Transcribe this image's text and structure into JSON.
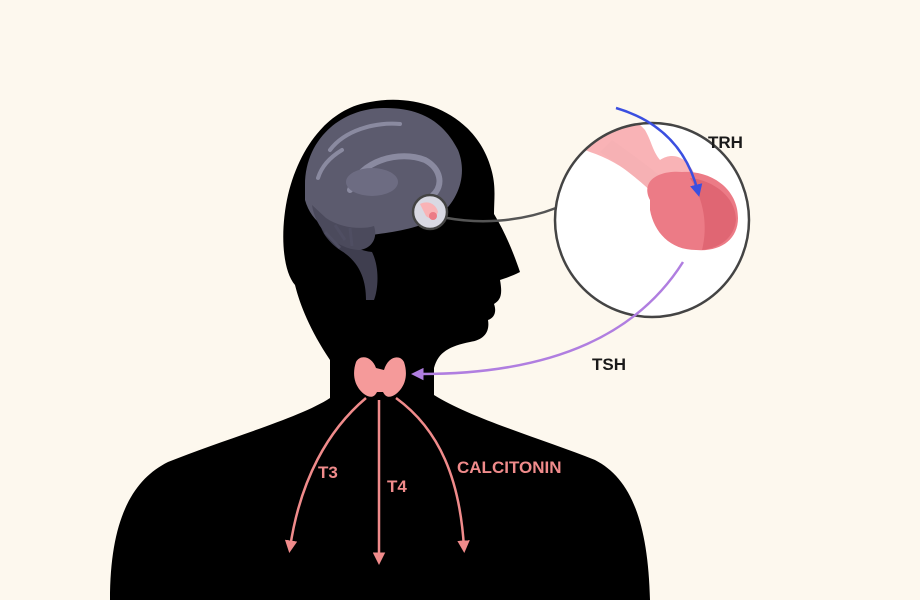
{
  "labels": {
    "trh": "TRH",
    "tsh": "TSH",
    "t3": "T3",
    "t4": "T4",
    "calcitonin": "CALCITONIN"
  },
  "colors": {
    "background": "#fdf8ee",
    "silhouette": "#000000",
    "brain": "#5c5b6e",
    "brain_dark": "#3f3e4f",
    "brain_light": "#8a8aa0",
    "pituitary": "#ec7b86",
    "pituitary_light": "#f9b3b6",
    "trh_arrow": "#3b4fe0",
    "tsh_arrow": "#b07ee0",
    "hormone_arrow": "#f08b8b",
    "thyroid": "#f59a9a",
    "label_dark": "#1a1a1a"
  },
  "icons": {
    "zoom": "magnifier-circle",
    "gland": "thyroid-gland",
    "organ": "brain"
  }
}
